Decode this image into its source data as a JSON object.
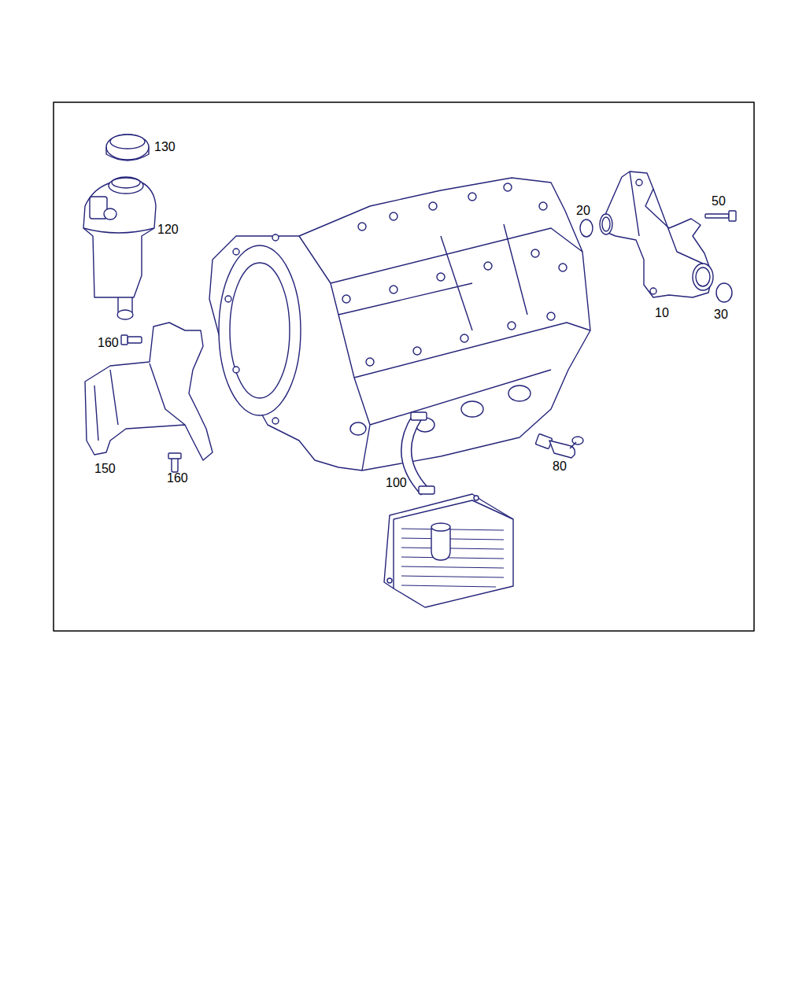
{
  "diagram": {
    "labels": [
      "130",
      "50",
      "20",
      "120",
      "10",
      "30",
      "160",
      "150",
      "160",
      "80",
      "100"
    ]
  }
}
